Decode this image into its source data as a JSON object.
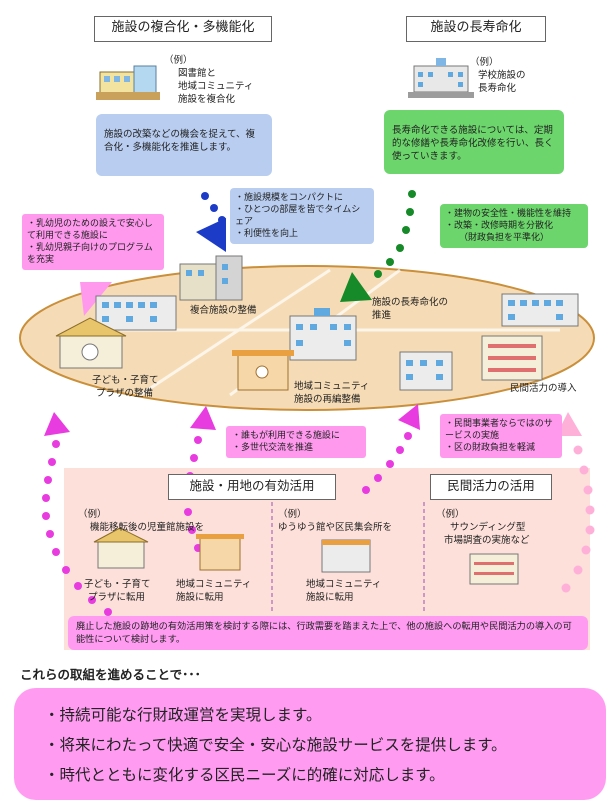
{
  "colors": {
    "blue_box": "#b8cdf0",
    "green_box": "#6cd66c",
    "pink_box": "#ff99ee",
    "magenta": "#e83be0",
    "blue_dot": "#1c3cc8",
    "green_dot": "#168a28",
    "light_pink": "#ffb0d8",
    "plaza": "#f6dcb6",
    "lower_bg": "#fde0da",
    "summary_bg": "#ff9cf2"
  },
  "top_left": {
    "title": "施設の複合化・多機能化",
    "example_label": "（例）",
    "example_lines": [
      "図書館と",
      "地域コミュニティ",
      "施設を複合化"
    ],
    "description": "施設の改築などの機会を捉えて、複合化・多機能化を推進します。"
  },
  "top_right": {
    "title": "施設の長寿命化",
    "example_label": "（例）",
    "example_lines": [
      "学校施設の",
      "長寿命化"
    ],
    "description": "長寿命化できる施設については、定期的な修繕や長寿命化改修を行い、長く使っていきます。"
  },
  "callouts": {
    "blue": [
      "・施設規模をコンパクトに",
      "・ひとつの部屋を皆でタイムシェア",
      "・利便性を向上"
    ],
    "green": [
      "・建物の安全性・機能性を維持",
      "・改築・改修時期を分散化",
      "（財政負担を平準化）"
    ],
    "pink_top": [
      "・乳幼児のための設えで安心して利用できる施設に",
      "・乳幼児親子向けのプログラムを充実"
    ],
    "pink_mid": [
      "・誰もが利用できる施設に",
      "・多世代交流を推進"
    ],
    "pink_right": [
      "・民間事業者ならではのサービスの実施",
      "・区の財政負担を軽減"
    ]
  },
  "plaza_labels": {
    "complex": "複合施設の整備",
    "longevity": [
      "施設の長寿命化の",
      "推進"
    ],
    "kids": [
      "子ども・子育て",
      "プラザの整備"
    ],
    "community": [
      "地域コミュニティ",
      "施設の再編整備"
    ],
    "private": "民間活力の導入"
  },
  "effective_use": {
    "title": "施設・用地の有効活用",
    "left_example_label": "（例）",
    "left_example": "機能移転後の児童館施設を",
    "left_item1": [
      "子ども・子育て",
      "プラザに転用"
    ],
    "left_item2": [
      "地域コミュニティ",
      "施設に転用"
    ],
    "mid_example_label": "（例）",
    "mid_example": "ゆうゆう館や区民集会所を",
    "mid_item": [
      "地域コミュニティ",
      "施設に転用"
    ]
  },
  "private_use": {
    "title": "民間活力の活用",
    "example_label": "（例）",
    "example_lines": [
      "サウンディング型",
      "市場調査の実施など"
    ]
  },
  "bottom_note": "廃止した施設の跡地の有効活用策を検討する際には、行政需要を踏まえた上で、他の施設への転用や民間活力の導入の可能性について検討します。",
  "summary": {
    "heading": "これらの取組を進めることで･･･",
    "items": [
      "・持続可能な行財政運営を実現します。",
      "・将来にわたって快適で安全・安心な施設サービスを提供します。",
      "・時代とともに変化する区民ニーズに的確に対応します。"
    ]
  }
}
